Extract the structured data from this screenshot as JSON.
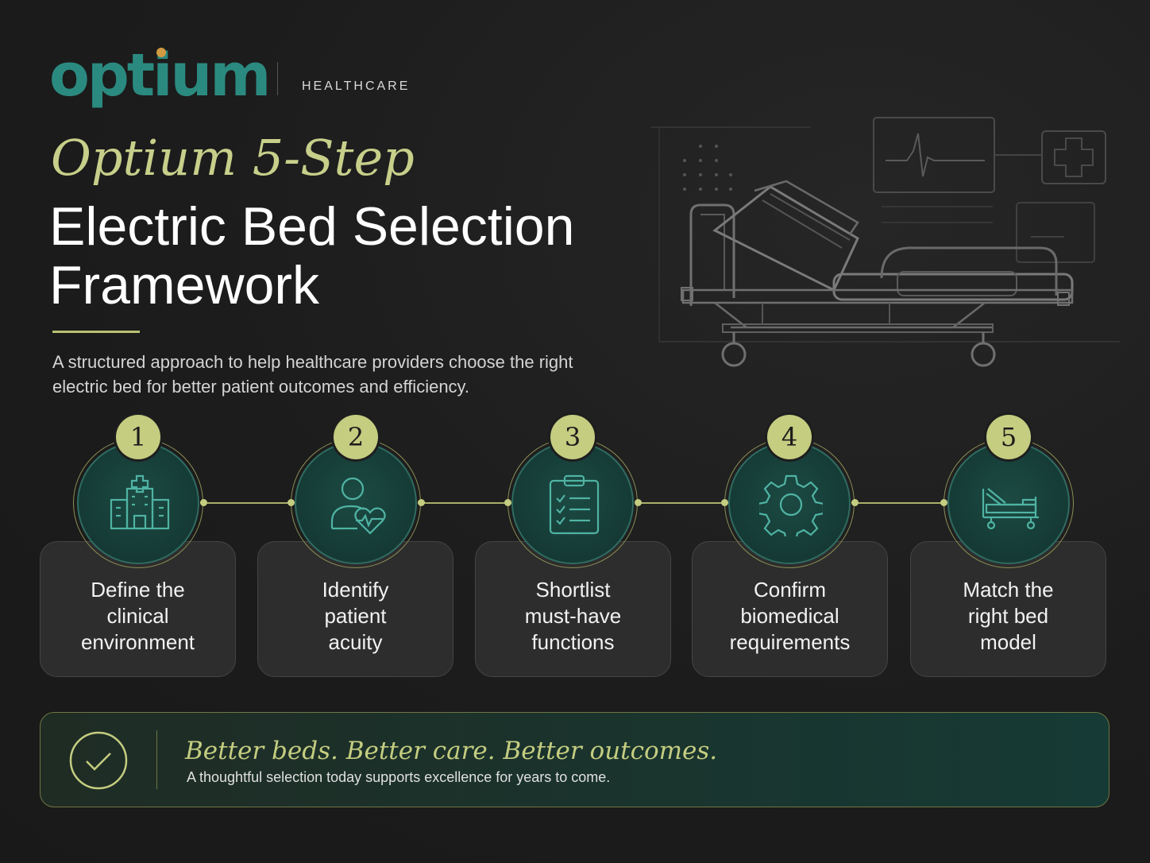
{
  "brand": {
    "logo_text": "optium",
    "tagline": "HEALTHCARE",
    "color": "#2b8a80",
    "dot_color": "#d19a43"
  },
  "title": {
    "line1": "Optium 5-Step",
    "line2": "Electric Bed Selection Framework"
  },
  "subtitle": "A structured approach to help healthcare providers choose the right electric bed for better patient outcomes and efficiency.",
  "steps": [
    {
      "number": "1",
      "label": "Define the\nclinical\nenvironment",
      "icon": "hospital-icon"
    },
    {
      "number": "2",
      "label": "Identify\npatient\nacuity",
      "icon": "patient-heartbeat-icon"
    },
    {
      "number": "3",
      "label": "Shortlist\nmust-have\nfunctions",
      "icon": "clipboard-checklist-icon"
    },
    {
      "number": "4",
      "label": "Confirm\nbiomedical\nrequirements",
      "icon": "gear-icon"
    },
    {
      "number": "5",
      "label": "Match the\nright bed\nmodel",
      "icon": "bed-icon"
    }
  ],
  "banner": {
    "title": "Better beds. Better care. Better outcomes.",
    "subtitle": "A thoughtful selection today supports excellence for years to come.",
    "icon": "checkmark-circle-icon"
  },
  "colors": {
    "accent": "#c4cd80",
    "teal": "#2f6b60",
    "background": "#1e1e1e"
  }
}
